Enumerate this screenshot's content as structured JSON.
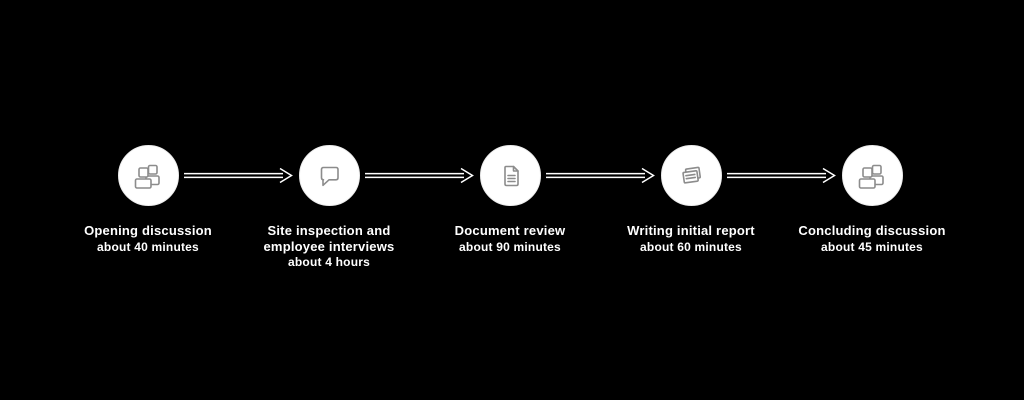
{
  "diagram": {
    "background_color": "#000000",
    "colors": {
      "circle_fill": "#ffffff",
      "circle_border": "#ececec",
      "icon_stroke": "#8c8c8c",
      "arrow": "#ffffff",
      "text": "#ffffff"
    },
    "steps": [
      {
        "icon": "people-group-icon",
        "title": "Opening discussion",
        "duration": "about 40 minutes"
      },
      {
        "icon": "speech-bubble-icon",
        "title": "Site inspection and employee interviews",
        "duration": "about 4 hours"
      },
      {
        "icon": "document-icon",
        "title": "Document review",
        "duration": "about 90 minutes"
      },
      {
        "icon": "stacked-papers-icon",
        "title": "Writing initial report",
        "duration": "about 60 minutes"
      },
      {
        "icon": "people-group-icon",
        "title": "Concluding discussion",
        "duration": "about 45 minutes"
      }
    ]
  }
}
